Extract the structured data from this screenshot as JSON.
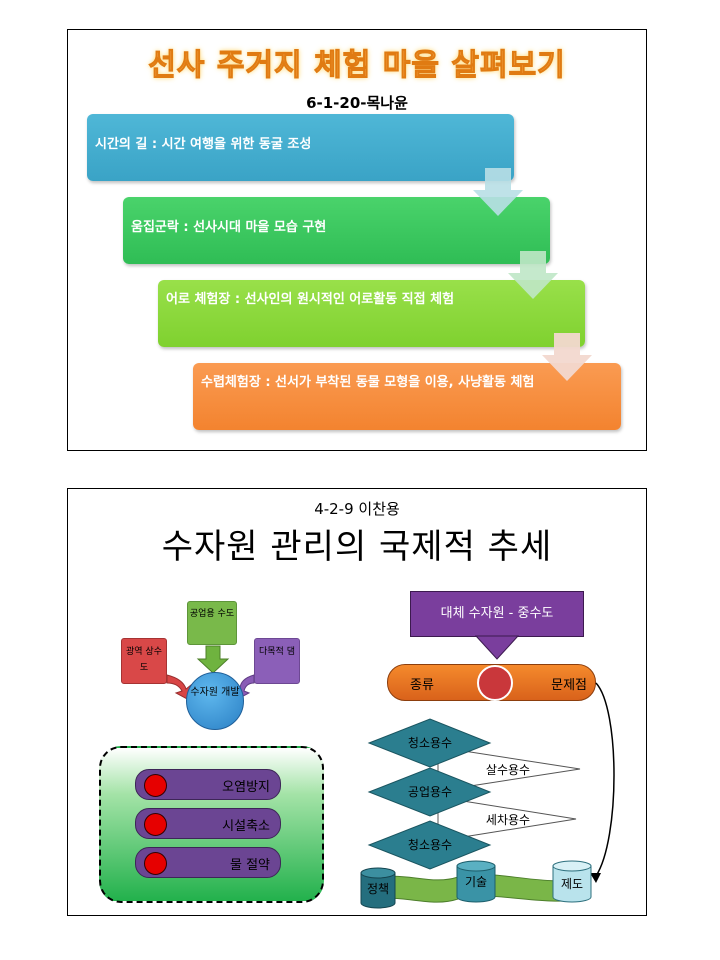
{
  "slide1": {
    "title": "선사 주거지 체험 마을 살펴보기",
    "subtitle": "6-1-20-목나윤",
    "steps": [
      {
        "text": "시간의 길 : 시간 여행을 위한 동굴 조성",
        "color": "#46add0"
      },
      {
        "text": "움집군락 : 선사시대 마을 모습 구현",
        "color": "#38c760"
      },
      {
        "text": "어로 체험장  : 선사인의 원시적인 어로활동 직접 체험",
        "color": "#88d63a"
      },
      {
        "text": "수렵체험장 :  선서가 부착된 동물 모형을 이용, 사냥활동 체험",
        "color": "#f68b3a"
      }
    ]
  },
  "slide2": {
    "subtitle": "4-2-9 이찬용",
    "title": "수자원 관리의 국제적 추세",
    "left_diagram": {
      "center": "수자원 개발",
      "top_box": "공업용 수도",
      "left_box": "광역 상수도",
      "right_box": "다목적 댐"
    },
    "panel_items": [
      "오염방지",
      "시설축소",
      "물 절약"
    ],
    "right_diagram": {
      "header": "대체 수자원 - 중수도",
      "bar_left": "종류",
      "bar_right": "문제점",
      "diamonds": [
        "청소용수",
        "공업용수",
        "청소용수"
      ],
      "triangles": [
        "살수용수",
        "세차용수"
      ],
      "cylinders": [
        "정책",
        "기술",
        "제도"
      ]
    }
  }
}
